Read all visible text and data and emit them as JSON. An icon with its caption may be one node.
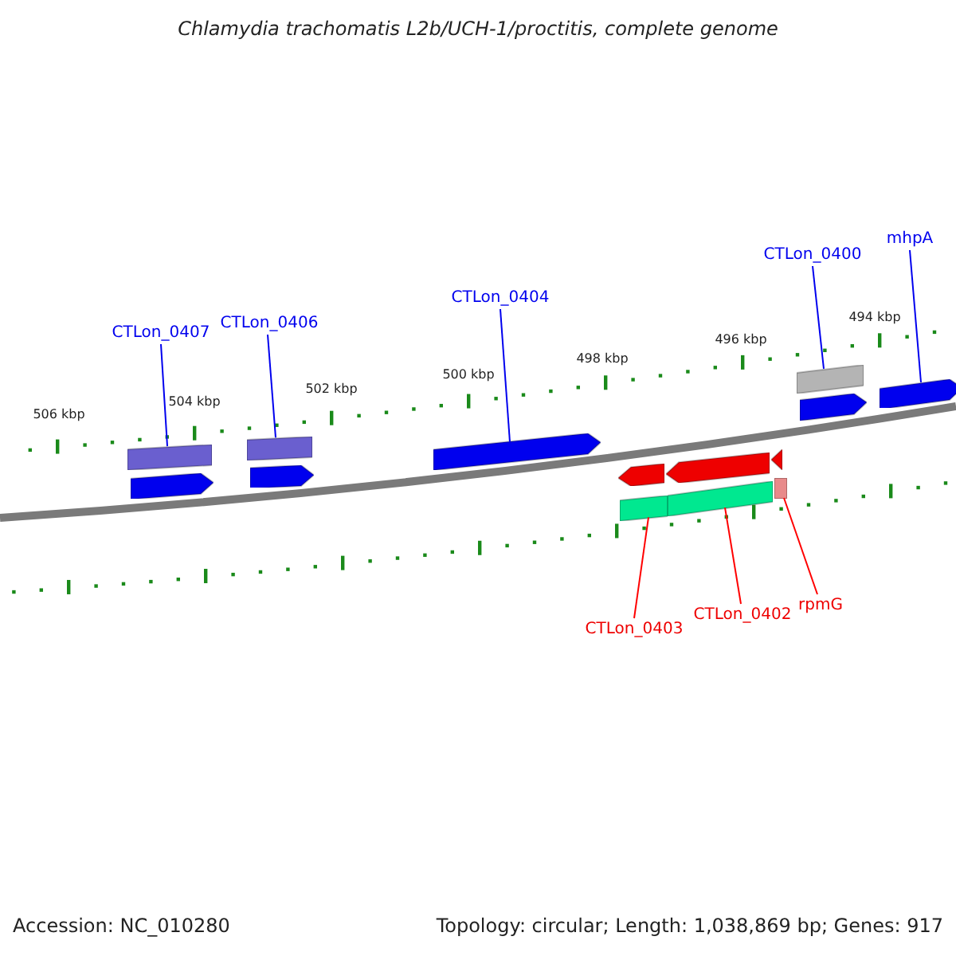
{
  "diagram": {
    "title": "Chlamydia trachomatis L2b/UCH-1/proctitis, complete genome",
    "nodes": [
      {
        "text": [
          "mhpA"
        ]
      },
      {
        "text": [
          "CTLon_0400"
        ]
      },
      {
        "text": [
          "CTLon_0404"
        ]
      },
      {
        "text": [
          "CTLon_0406"
        ]
      },
      {
        "text": [
          "CTLon_0407"
        ]
      },
      {
        "text": [
          "rpmG"
        ]
      },
      {
        "text": [
          "CTLon_0402"
        ]
      },
      {
        "text": [
          "CTLon_0403"
        ]
      },
      {
        "text": [],
        "shape": "bar"
      },
      {
        "text": [],
        "shape": "arrow"
      },
      {
        "text": [],
        "shape": "bar"
      },
      {
        "text": [],
        "shape": "arrow"
      },
      {
        "text": [],
        "shape": "arrow"
      },
      {
        "text": [],
        "shape": "arrow"
      },
      {
        "text": [],
        "shape": "bar"
      },
      {
        "text": [],
        "shape": "arrow"
      },
      {
        "text": [],
        "shape": "bar"
      },
      {
        "text": [],
        "shape": "arrow"
      },
      {
        "text": [],
        "shape": "bar"
      },
      {
        "text": [],
        "shape": "bar"
      },
      {
        "text": [],
        "shape": "arrow"
      },
      {
        "text": [],
        "shape": "arrow"
      }
    ],
    "edges": [
      {
        "from": 0,
        "to": 21,
        "arrow": "none"
      },
      {
        "from": 1,
        "to": 19,
        "arrow": "none"
      },
      {
        "from": 2,
        "to": 12,
        "arrow": "none"
      },
      {
        "from": 3,
        "to": 10,
        "arrow": "none"
      },
      {
        "from": 4,
        "to": 8,
        "arrow": "none"
      },
      {
        "from": 5,
        "to": 18,
        "arrow": "none",
        "color": "#ff0000"
      },
      {
        "from": 6,
        "to": 16,
        "arrow": "none",
        "color": "#ff0000"
      },
      {
        "from": 7,
        "to": 14,
        "arrow": "none",
        "color": "#ff0000"
      }
    ],
    "labels": [
      "494 kbp",
      "496 kbp",
      "498 kbp",
      "500 kbp",
      "502 kbp",
      "504 kbp",
      "506 kbp",
      "Accession: NC_010280",
      "Topology: circular; Length: 1,038,869 bp; Genes: 917"
    ]
  }
}
